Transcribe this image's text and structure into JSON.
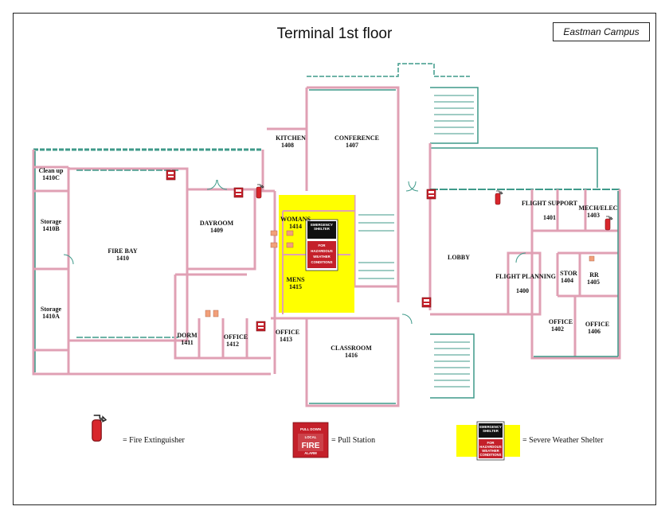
{
  "title": "Terminal 1st floor",
  "campus": "Eastman Campus",
  "colors": {
    "wall_pink": "#e0a0b4",
    "wall_teal": "#3f9a8a",
    "shelter_yellow": "#ffff00",
    "alarm_red": "#c4202a",
    "extinguisher_red": "#d8262c"
  },
  "rooms": {
    "cleanup": {
      "name": "Clean up",
      "number": "1410C"
    },
    "storage_b": {
      "name": "Storage",
      "number": "1410B"
    },
    "storage_a": {
      "name": "Storage",
      "number": "1410A"
    },
    "fire_bay": {
      "name": "FIRE BAY",
      "number": "1410"
    },
    "dayroom": {
      "name": "DAYROOM",
      "number": "1409"
    },
    "dorm": {
      "name": "DORM",
      "number": "1411"
    },
    "office_1412": {
      "name": "OFFICE",
      "number": "1412"
    },
    "office_1413": {
      "name": "OFFICE",
      "number": "1413"
    },
    "kitchen": {
      "name": "KITCHEN",
      "number": "1408"
    },
    "conference": {
      "name": "CONFERENCE",
      "number": "1407"
    },
    "womens": {
      "name": "WOMANS",
      "number": "1414"
    },
    "mens": {
      "name": "MENS",
      "number": "1415"
    },
    "classroom": {
      "name": "CLASSROOM",
      "number": "1416"
    },
    "lobby": {
      "name": "LOBBY"
    },
    "flight_support": {
      "name": "FLIGHT SUPPORT",
      "number": "1401"
    },
    "mech_elec": {
      "name": "MECH/ELEC",
      "number": "1403"
    },
    "flight_planning": {
      "name": "FLIGHT PLANNING",
      "number": "1400"
    },
    "stor": {
      "name": "STOR",
      "number": "1404"
    },
    "rr": {
      "name": "RR",
      "number": "1405"
    },
    "office_1402": {
      "name": "OFFICE",
      "number": "1402"
    },
    "office_1406": {
      "name": "OFFICE",
      "number": "1406"
    }
  },
  "shelter_sign": {
    "line1": "EMERGENCY",
    "line2": "SHELTER",
    "line3": "FOR",
    "line4": "HAZARDOUS",
    "line5": "WEATHER",
    "line6": "CONDITIONS"
  },
  "pull_sign": {
    "top": "PULL DOWN",
    "mid1": "LOCAL",
    "mid2": "FIRE",
    "bottom": "ALARM"
  },
  "legend": {
    "extinguisher": "= Fire Extinguisher",
    "pull_station": "= Pull Station",
    "shelter": "= Severe Weather Shelter"
  }
}
